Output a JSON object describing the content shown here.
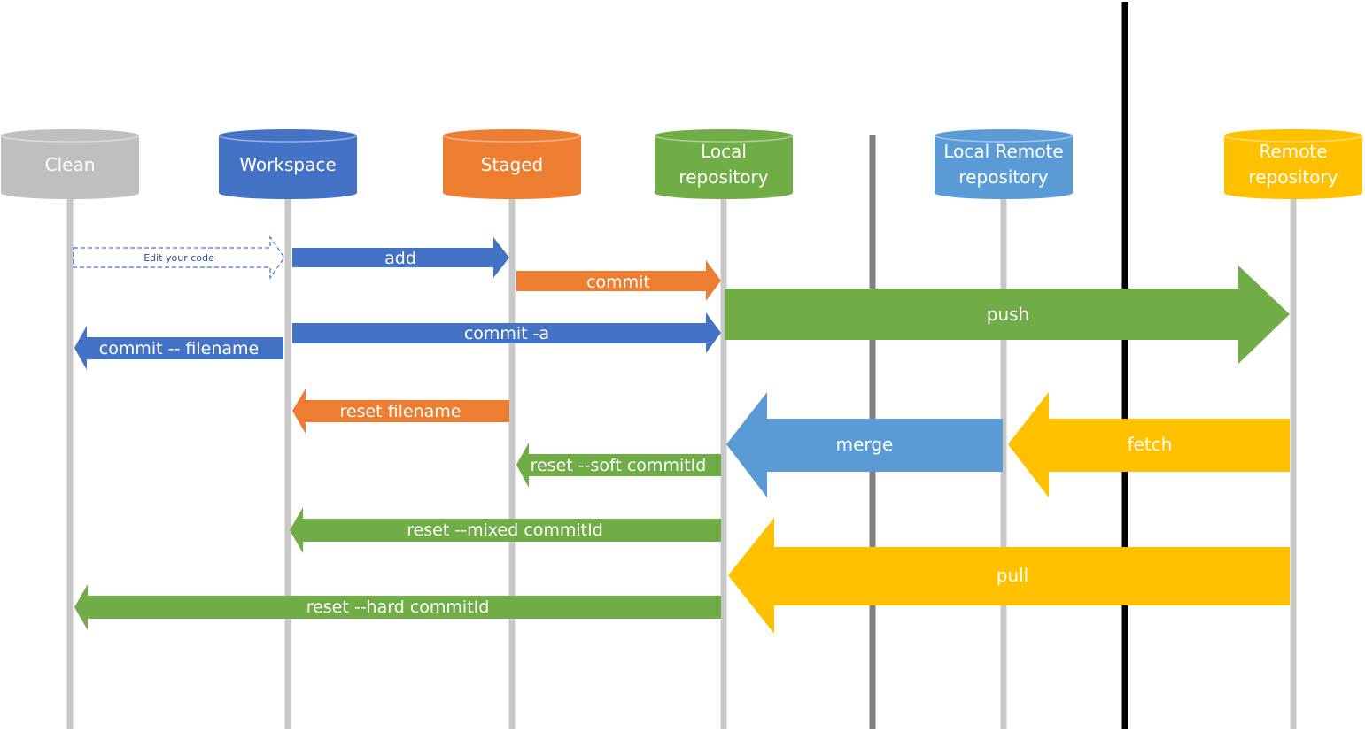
{
  "colors": {
    "clean": "#bfbfbf",
    "workspace": "#4472c4",
    "staged": "#ed7d31",
    "local": "#70ad47",
    "localRemote": "#5b9bd5",
    "remote": "#ffc000",
    "lifeline": "#c8c8c8",
    "divider": "#808080",
    "boundary": "#000000"
  },
  "stores": {
    "clean": {
      "line1": "Clean",
      "line2": "",
      "color": "clean"
    },
    "workspace": {
      "line1": "Workspace",
      "line2": "",
      "color": "workspace"
    },
    "staged": {
      "line1": "Staged",
      "line2": "",
      "color": "staged"
    },
    "local": {
      "line1": "Local",
      "line2": "repository",
      "color": "local"
    },
    "localRemote": {
      "line1": "Local Remote",
      "line2": "repository",
      "color": "localRemote"
    },
    "remote": {
      "line1": "Remote",
      "line2": "repository",
      "color": "remote"
    }
  },
  "operations": {
    "edit": "Edit your code",
    "add": "add",
    "commit": "commit",
    "push": "push",
    "commit_a": "commit -a",
    "commit_filename": "commit -- filename",
    "reset_filename": "reset filename",
    "merge": "merge",
    "fetch": "fetch",
    "reset_soft": "reset --soft commitId",
    "reset_mixed": "reset --mixed commitId",
    "pull": "pull",
    "reset_hard": "reset --hard commitId"
  },
  "operation_flows": [
    {
      "key": "edit",
      "from": "clean",
      "to": "workspace",
      "color": "none"
    },
    {
      "key": "add",
      "from": "workspace",
      "to": "staged",
      "color": "workspace"
    },
    {
      "key": "commit",
      "from": "staged",
      "to": "local",
      "color": "staged"
    },
    {
      "key": "push",
      "from": "local",
      "to": "remote",
      "color": "local"
    },
    {
      "key": "commit_a",
      "from": "workspace",
      "to": "local",
      "color": "workspace"
    },
    {
      "key": "commit_filename",
      "from": "workspace",
      "to": "clean",
      "color": "workspace"
    },
    {
      "key": "reset_filename",
      "from": "staged",
      "to": "workspace",
      "color": "staged"
    },
    {
      "key": "merge",
      "from": "localRemote",
      "to": "local",
      "color": "localRemote"
    },
    {
      "key": "fetch",
      "from": "remote",
      "to": "localRemote",
      "color": "remote"
    },
    {
      "key": "reset_soft",
      "from": "local",
      "to": "staged",
      "color": "local"
    },
    {
      "key": "reset_mixed",
      "from": "local",
      "to": "workspace",
      "color": "local"
    },
    {
      "key": "pull",
      "from": "remote",
      "to": "local",
      "color": "remote"
    },
    {
      "key": "reset_hard",
      "from": "local",
      "to": "clean",
      "color": "local"
    }
  ]
}
